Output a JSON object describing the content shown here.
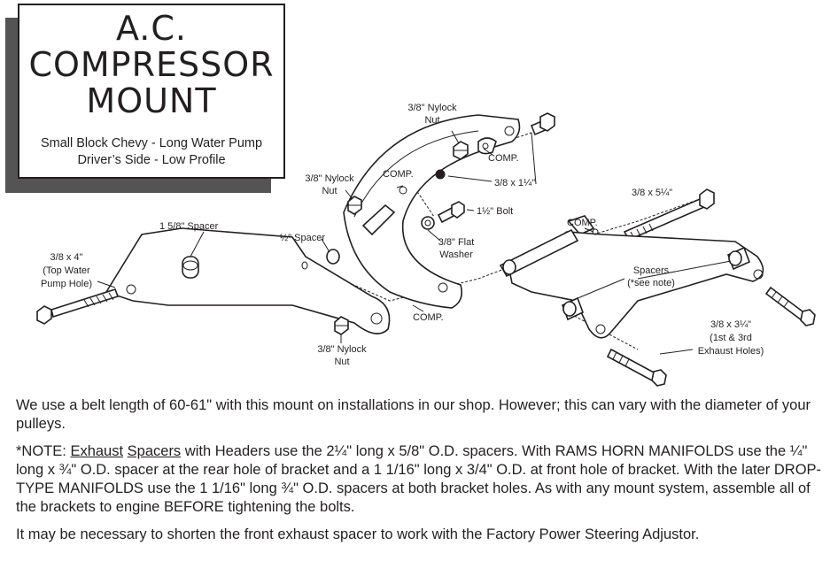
{
  "title": {
    "lines": [
      "A.C.",
      "COMPRESSOR",
      "MOUNT"
    ],
    "subtitle_lines": [
      "Small Block Chevy - Long Water Pump",
      "Driver’s Side - Low Profile"
    ]
  },
  "labels": {
    "nylock_top": [
      "3/8\" Nylock",
      "Nut"
    ],
    "comp_top": "COMP.",
    "bolt_114": "3/8 x 1¼\"",
    "nylock_left": [
      "3/8\" Nylock",
      "Nut"
    ],
    "comp_mid": "COMP.",
    "bolt_half": "1½\" Bolt",
    "spacer_158": "1 5/8\" Spacer",
    "spacer_half": "½\" Spacer",
    "flat_washer": [
      "3/8\" Flat",
      "Washer"
    ],
    "bolt_38x4": [
      "3/8 x 4\"",
      "(Top Water",
      "Pump Hole)"
    ],
    "comp_bottom": "COMP.",
    "nylock_bottom": [
      "3/8\" Nylock",
      "Nut"
    ],
    "bolt_514": "3/8 x 5¼\"",
    "comp_right": "COMP.",
    "spacers": [
      "Spacers",
      "(*see note)"
    ],
    "bolt_314": [
      "3/8 x 3¼\"",
      "(1st & 3rd",
      "Exhaust Holes)"
    ]
  },
  "notes": {
    "belt": "We use a belt length of 60-61\" with this mount on installations in our shop.  However; this can vary with the diameter of your pulleys.",
    "note_prefix": "*NOTE: ",
    "note_underline_1": "Exhaust",
    "note_underline_2": "Spacers",
    "note_rest": " with Headers use the 2¼\" long x 5/8\" O.D. spacers.  With RAMS HORN MANIFOLDS use the ¼\" long x ¾\" O.D. spacer at the rear hole of bracket and a 1 1/16\" long x 3/4\" O.D. at front hole of bracket. With the later DROP-TYPE MANIFOLDS use the 1 1/16\" long  ¾\" O.D. spacers at both bracket holes.  As with any mount system, assemble all of the brackets to engine BEFORE tightening the bolts.",
    "shorten": "It may be necessary to shorten the front exhaust spacer to work with the Factory Power Steering Adjustor."
  }
}
